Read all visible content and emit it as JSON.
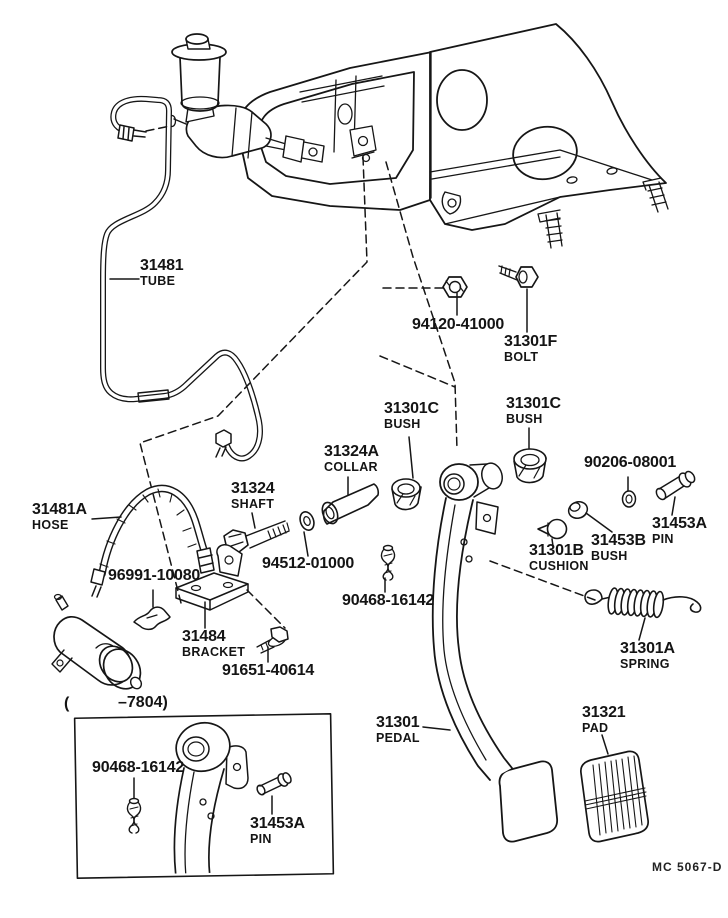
{
  "diagram": {
    "description": "Clutch pedal and master cylinder exploded parts diagram",
    "footer_code": "MC 5067-D",
    "inset": {
      "caption_open": "(",
      "caption_range": "–7804)"
    },
    "ink_color": "#161616",
    "paper_color": "#ffffff",
    "labels": [
      {
        "part_number": "31481",
        "part_name": "TUBE"
      },
      {
        "part_number": "94120-41000",
        "part_name": ""
      },
      {
        "part_number": "31301F",
        "part_name": "BOLT"
      },
      {
        "part_number": "31301C",
        "part_name": "BUSH"
      },
      {
        "part_number": "31301C",
        "part_name": "BUSH"
      },
      {
        "part_number": "31324A",
        "part_name": "COLLAR"
      },
      {
        "part_number": "31324",
        "part_name": "SHAFT"
      },
      {
        "part_number": "31481A",
        "part_name": "HOSE"
      },
      {
        "part_number": "90206-08001",
        "part_name": ""
      },
      {
        "part_number": "31453A",
        "part_name": "PIN"
      },
      {
        "part_number": "96991-10080",
        "part_name": ""
      },
      {
        "part_number": "94512-01000",
        "part_name": ""
      },
      {
        "part_number": "31301B",
        "part_name": "CUSHION"
      },
      {
        "part_number": "31453B",
        "part_name": "BUSH"
      },
      {
        "part_number": "90468-16142",
        "part_name": ""
      },
      {
        "part_number": "31484",
        "part_name": "BRACKET"
      },
      {
        "part_number": "91651-40614",
        "part_name": ""
      },
      {
        "part_number": "31301A",
        "part_name": "SPRING"
      },
      {
        "part_number": "31301",
        "part_name": "PEDAL"
      },
      {
        "part_number": "31321",
        "part_name": "PAD"
      },
      {
        "part_number": "90468-16142",
        "part_name": ""
      },
      {
        "part_number": "31453A",
        "part_name": "PIN"
      }
    ]
  }
}
